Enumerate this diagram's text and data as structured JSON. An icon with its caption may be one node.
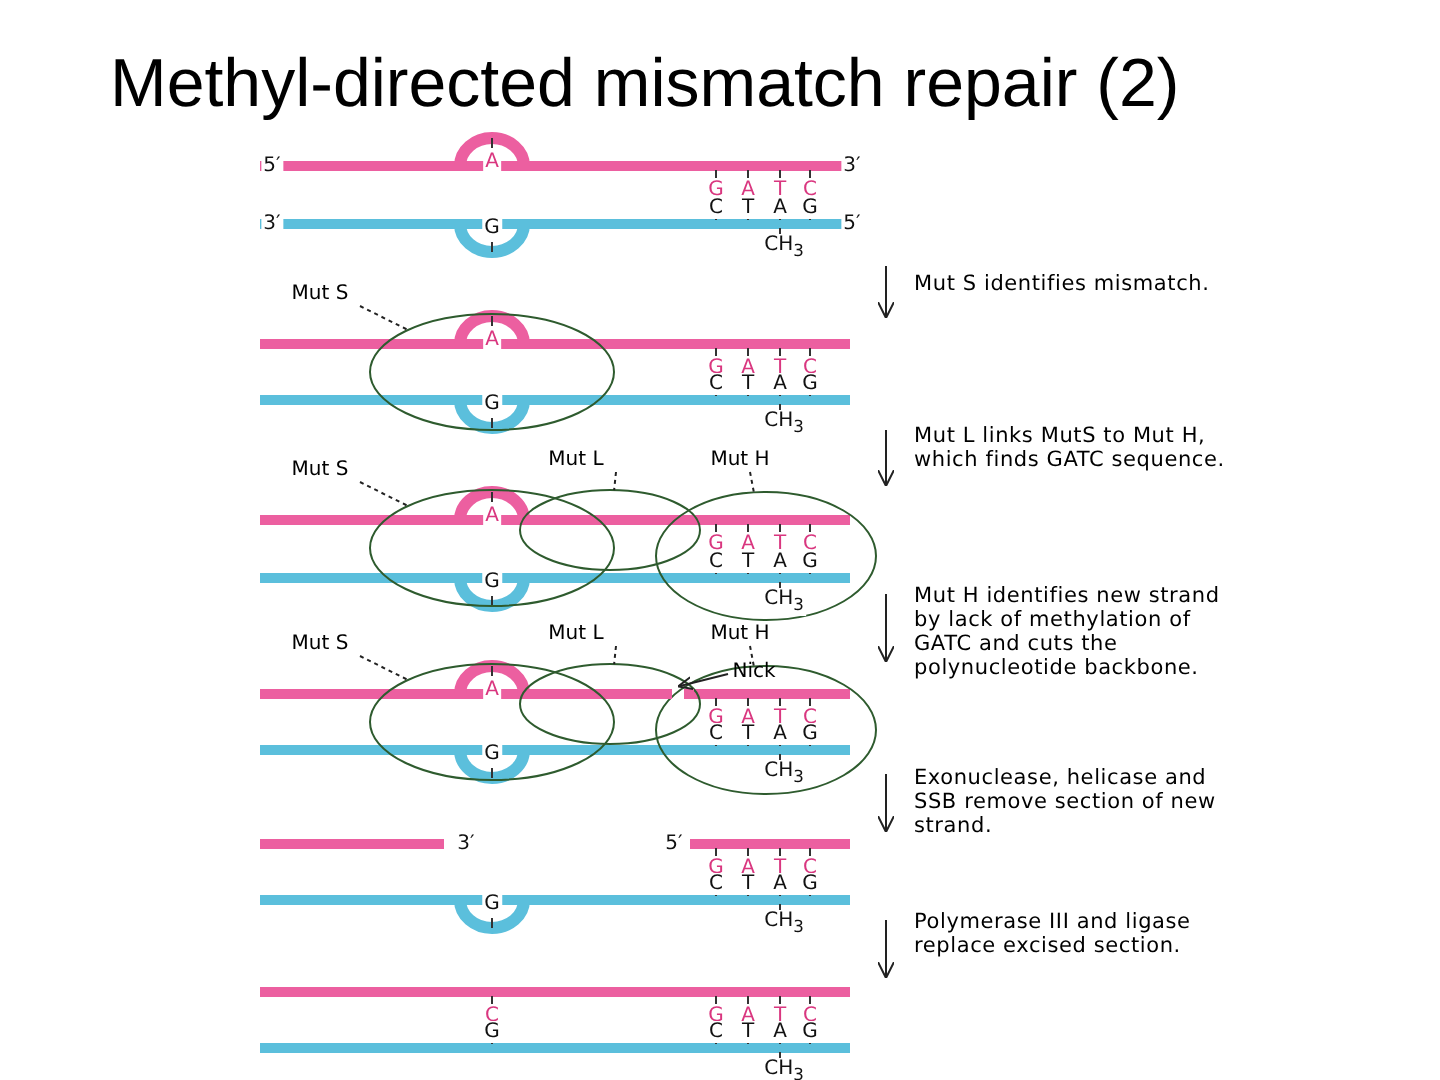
{
  "diagram": {
    "title": "Methyl-directed mismatch repair (2)",
    "nodes": [
      {
        "text": [
          "Mut S"
        ]
      },
      {
        "text": [],
        "shape": "ellipse"
      },
      {
        "text": [
          "Mut S"
        ]
      },
      {
        "text": [
          "Mut L"
        ]
      },
      {
        "text": [
          "Mut H"
        ]
      },
      {
        "text": [],
        "shape": "ellipse"
      },
      {
        "text": [],
        "shape": "ellipse"
      },
      {
        "text": [],
        "shape": "ellipse"
      },
      {
        "text": [
          "Mut S"
        ]
      },
      {
        "text": [
          "Mut L"
        ]
      },
      {
        "text": [
          "Mut H"
        ]
      },
      {
        "text": [],
        "shape": "ellipse"
      },
      {
        "text": [],
        "shape": "ellipse"
      },
      {
        "text": [],
        "shape": "ellipse"
      },
      {
        "text": [
          "Nick"
        ],
        "in": 13
      },
      {
        "text": [],
        "shape": "gap"
      }
    ],
    "edges": [
      {
        "from": 0,
        "to": 1,
        "arrow": "none",
        "style": "dashed"
      },
      {
        "from": 2,
        "to": 5,
        "arrow": "none",
        "style": "dashed"
      },
      {
        "from": 3,
        "to": 6,
        "arrow": "none",
        "style": "dashed"
      },
      {
        "from": 4,
        "to": 7,
        "arrow": "none",
        "style": "dashed"
      },
      {
        "from": 8,
        "to": 11,
        "arrow": "none",
        "style": "dashed"
      },
      {
        "from": 9,
        "to": 12,
        "arrow": "none",
        "style": "dashed"
      },
      {
        "from": 10,
        "to": 13,
        "arrow": "none",
        "style": "dashed"
      },
      {
        "from": 14,
        "to": 15,
        "arrow": "to"
      }
    ],
    "labels": [
      "5′",
      "A",
      "3′",
      "G",
      "A",
      "T",
      "C",
      "C",
      "T",
      "A",
      "G",
      "3′",
      "G",
      "5′",
      "CH$_{3}$",
      "Mut S identifies mismatch.",
      "A",
      "G",
      "A",
      "T",
      "C",
      "C",
      "T",
      "A",
      "G",
      "G",
      "CH$_{3}$",
      "Mut L links MutS to Mut H, which finds GATC sequence.",
      "A",
      "G",
      "A",
      "T",
      "C",
      "C",
      "T",
      "A",
      "G",
      "G",
      "CH$_{3}$",
      "Mut H identifies new strand by lack of methylation of GATC and cuts the polynucleotide backbone.",
      "A",
      "G",
      "A",
      "T",
      "C",
      "C",
      "T",
      "A",
      "G",
      "G",
      "CH$_{3}$",
      "Exonuclease, helicase and SSB remove section of new strand.",
      "3′",
      "5′",
      "G",
      "A",
      "T",
      "C",
      "C",
      "T",
      "A",
      "G",
      "G",
      "CH$_{3}$",
      "Polymerase III and ligase replace excised section.",
      "C",
      "G",
      "A",
      "T",
      "C",
      "G",
      "C",
      "T",
      "A",
      "G",
      "CH$_{3}$"
    ]
  }
}
